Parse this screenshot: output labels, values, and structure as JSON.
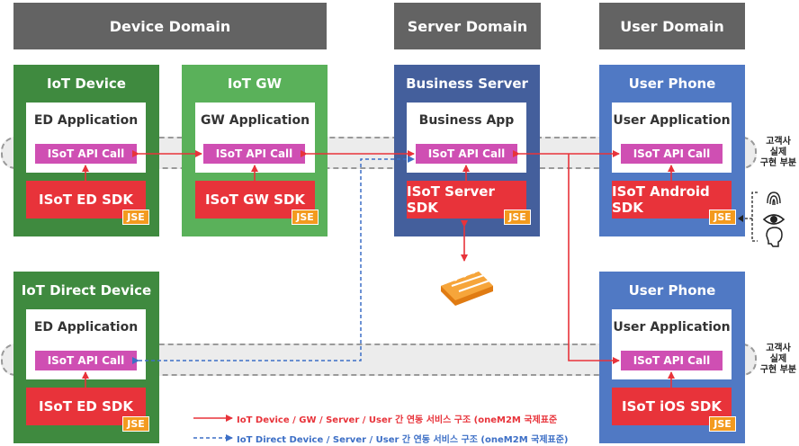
{
  "domains": {
    "device": "Device Domain",
    "server": "Server Domain",
    "user": "User Domain"
  },
  "cards": {
    "iot_device": {
      "title": "IoT Device",
      "app": "ED Application",
      "api": "ISoT API Call",
      "sdk": "ISoT ED SDK",
      "badge": "JSE"
    },
    "iot_gw": {
      "title": "IoT GW",
      "app": "GW Application",
      "api": "ISoT API Call",
      "sdk": "ISoT GW SDK",
      "badge": "JSE"
    },
    "business_server": {
      "title": "Business Server",
      "app": "Business App",
      "api": "ISoT API Call",
      "sdk": "ISoT Server SDK",
      "badge": "JSE"
    },
    "user_phone_android": {
      "title": "User Phone",
      "app": "User  Application",
      "api": "ISoT API Call",
      "sdk": "ISoT Android SDK",
      "badge": "JSE"
    },
    "iot_direct_device": {
      "title": "IoT Direct Device",
      "app": "ED Application",
      "api": "ISoT API Call",
      "sdk": "ISoT ED SDK",
      "badge": "JSE"
    },
    "user_phone_ios": {
      "title": "User Phone",
      "app": "User  Application",
      "api": "ISoT API Call",
      "sdk": "ISoT iOS SDK",
      "badge": "JSE"
    }
  },
  "side_note": {
    "line1": "고객사",
    "line2": "실제",
    "line3": "구현 부분"
  },
  "legend": {
    "red": "IoT Device / GW / Server / User 간 연동 서비스 구조 (oneM2M 국제표준",
    "blue": "IoT Direct Device / Server / User 간 연동 서비스 구조 (oneM2M 국제표준)"
  },
  "colors": {
    "domain_header": "#636363",
    "device_card": "#3f8a3f",
    "gw_card": "#5ab15a",
    "server_card": "#445f9c",
    "user_card": "#5079c4",
    "api_call": "#cf4fb3",
    "sdk": "#e8333a",
    "jse": "#f39a1e",
    "red_arrow": "#e8333a",
    "blue_arrow": "#3d6fc6"
  },
  "icons": [
    "fingerprint-icon",
    "eye-icon",
    "face-icon",
    "router-icon"
  ]
}
